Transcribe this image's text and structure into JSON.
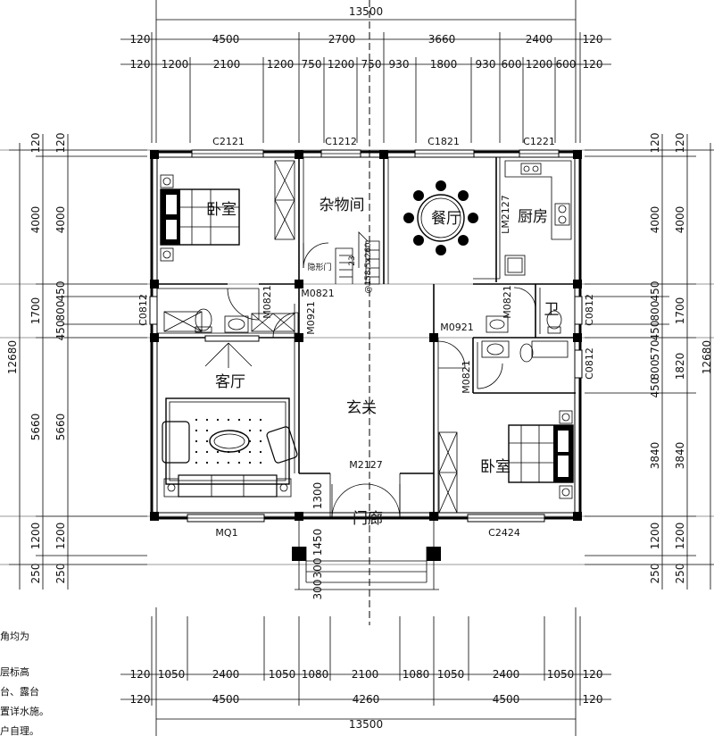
{
  "dims": {
    "top_total": "13500",
    "top_row1": [
      "120",
      "4500",
      "2700",
      "3660",
      "2400",
      "120"
    ],
    "top_row2": [
      "120",
      "1200",
      "2100",
      "1200",
      "750",
      "1200",
      "750",
      "930",
      "1800",
      "930",
      "600",
      "1200",
      "600",
      "120"
    ],
    "bottom_row1": [
      "120",
      "1050",
      "2400",
      "1050",
      "1080",
      "2100",
      "1080",
      "1050",
      "2400",
      "1050",
      "120"
    ],
    "bottom_row2": [
      "120",
      "4500",
      "4260",
      "4500",
      "120"
    ],
    "bottom_total": "13500",
    "left_outer": [
      "120",
      "4000",
      "1700",
      "5660",
      "1200",
      "250"
    ],
    "left_inner": [
      "120",
      "4000",
      "450",
      "800",
      "450",
      "5660",
      "1200",
      "250"
    ],
    "left_total": "12680",
    "right_outer": [
      "120",
      "4000",
      "1700",
      "1820",
      "3840",
      "1200",
      "250"
    ],
    "right_inner": [
      "120",
      "4000",
      "450",
      "800",
      "450",
      "570",
      "800",
      "450",
      "3840",
      "1200",
      "250"
    ],
    "right_total": "12680",
    "porch": [
      "1300",
      "1450",
      "300",
      "300"
    ]
  },
  "rooms": {
    "bedroom_left": "卧室",
    "storage": "杂物间",
    "dining": "餐厅",
    "kitchen": "厨房",
    "living": "客厅",
    "foyer": "玄关",
    "porch": "门廊",
    "bedroom_right": "卧室",
    "toilet": "卫"
  },
  "tags": {
    "c2121": "C2121",
    "c1212": "C1212",
    "c1821": "C1821",
    "c1221": "C1221",
    "c0812_left": "C0812",
    "c0812_right": "C0812",
    "c0812_right2": "C0812",
    "m0821_a": "M0821",
    "m0821_b": "M0821",
    "m0921_a": "M0921",
    "m0921_b": "M0921",
    "m0821_c": "M0821",
    "m0821_d": "M0821",
    "m2127": "M2127",
    "m2127_vert": "LM2127",
    "mq1": "MQ1",
    "c2424": "C2424",
    "hidden_door": "隐形门",
    "stair": "@158.5x260",
    "stair_num": "23"
  },
  "notes": {
    "line1": "角均为",
    "line2": "层标高",
    "line3": "台、露台",
    "line4": "置详水施。",
    "line5": "户自理。"
  }
}
